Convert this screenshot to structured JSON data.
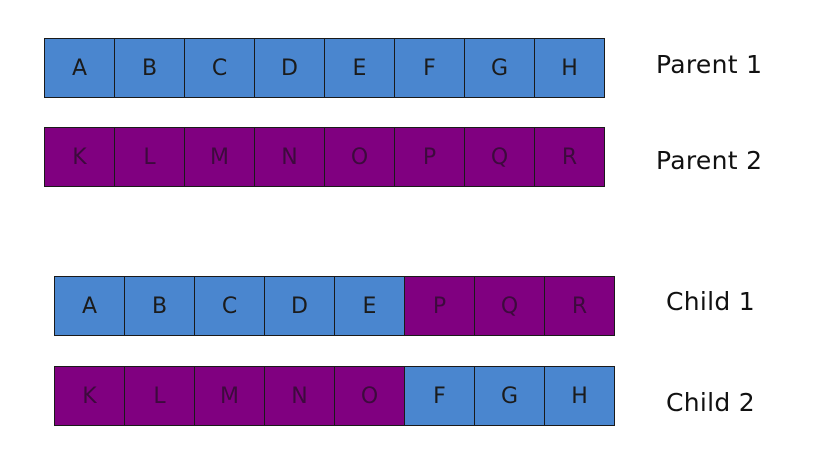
{
  "colors": {
    "parent1": "#4a86cf",
    "parent2": "#800080"
  },
  "rows": [
    {
      "label": "Parent 1",
      "cells": [
        {
          "text": "A",
          "src": "parent1"
        },
        {
          "text": "B",
          "src": "parent1"
        },
        {
          "text": "C",
          "src": "parent1"
        },
        {
          "text": "D",
          "src": "parent1"
        },
        {
          "text": "E",
          "src": "parent1"
        },
        {
          "text": "F",
          "src": "parent1"
        },
        {
          "text": "G",
          "src": "parent1"
        },
        {
          "text": "H",
          "src": "parent1"
        }
      ]
    },
    {
      "label": "Parent 2",
      "cells": [
        {
          "text": "K",
          "src": "parent2"
        },
        {
          "text": "L",
          "src": "parent2"
        },
        {
          "text": "M",
          "src": "parent2"
        },
        {
          "text": "N",
          "src": "parent2"
        },
        {
          "text": "O",
          "src": "parent2"
        },
        {
          "text": "P",
          "src": "parent2"
        },
        {
          "text": "Q",
          "src": "parent2"
        },
        {
          "text": "R",
          "src": "parent2"
        }
      ]
    },
    {
      "label": "Child 1",
      "cells": [
        {
          "text": "A",
          "src": "parent1"
        },
        {
          "text": "B",
          "src": "parent1"
        },
        {
          "text": "C",
          "src": "parent1"
        },
        {
          "text": "D",
          "src": "parent1"
        },
        {
          "text": "E",
          "src": "parent1"
        },
        {
          "text": "P",
          "src": "parent2"
        },
        {
          "text": "Q",
          "src": "parent2"
        },
        {
          "text": "R",
          "src": "parent2"
        }
      ]
    },
    {
      "label": "Child 2",
      "cells": [
        {
          "text": "K",
          "src": "parent2"
        },
        {
          "text": "L",
          "src": "parent2"
        },
        {
          "text": "M",
          "src": "parent2"
        },
        {
          "text": "N",
          "src": "parent2"
        },
        {
          "text": "O",
          "src": "parent2"
        },
        {
          "text": "F",
          "src": "parent1"
        },
        {
          "text": "G",
          "src": "parent1"
        },
        {
          "text": "H",
          "src": "parent1"
        }
      ]
    }
  ]
}
